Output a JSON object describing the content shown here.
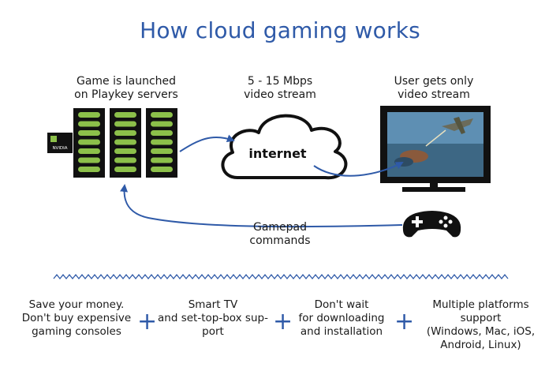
{
  "title": "How cloud gaming works",
  "labels": {
    "servers": [
      "Game is launched",
      "on Playkey servers"
    ],
    "stream": [
      "5 - 15 Mbps",
      "video stream"
    ],
    "user": [
      "User gets only",
      "video stream"
    ],
    "internet": "internet",
    "gamepad": [
      "Gamepad",
      "commands"
    ],
    "gpu_badge": "NVIDIA"
  },
  "benefits": [
    {
      "lines": [
        "Save your money.",
        "Don't buy expensive",
        "gaming consoles"
      ]
    },
    {
      "lines": [
        "Smart TV",
        "and set-top-box sup-",
        "port"
      ]
    },
    {
      "lines": [
        "Don't wait",
        "for downloading",
        "and installation"
      ]
    },
    {
      "lines": [
        "Multiple platforms",
        "support",
        "(Windows, Mac, iOS,",
        "Android, Linux)"
      ]
    }
  ],
  "separator": "+",
  "colors": {
    "accent": "#2f5aa8",
    "server_slot": "#8cc04a",
    "dark": "#111111"
  },
  "icons": [
    "server-rack-icon",
    "gpu-chip-icon",
    "cloud-icon",
    "tv-monitor-icon",
    "gamepad-icon",
    "arrow-icon"
  ]
}
